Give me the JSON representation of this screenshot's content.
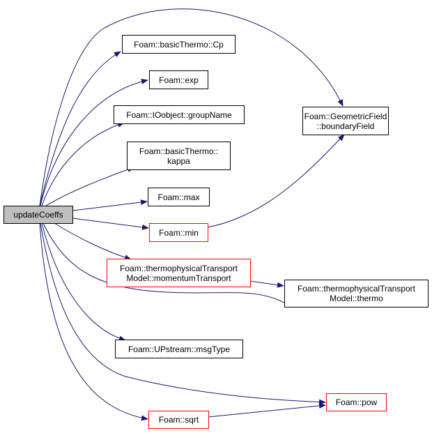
{
  "colors": {
    "edge": "#191970",
    "node_border": "#000000",
    "incomplete_border": "#ff0000",
    "root_fill": "#bfbfbf"
  },
  "nodes": {
    "root": "updateCoeffs",
    "cp": "Foam::basicThermo::Cp",
    "exp": "Foam::exp",
    "groupname": "Foam::IOobject::groupName",
    "kappa": "Foam::basicThermo::\nkappa",
    "max": "Foam::max",
    "min": "Foam::min",
    "momentum": "Foam::thermophysicalTransport\nModel::momentumTransport",
    "msgtype": "Foam::UPstream::msgType",
    "sqrt": "Foam::sqrt",
    "boundary": "Foam::GeometricField\n::boundaryField",
    "thermo": "Foam::thermophysicalTransport\nModel::thermo",
    "pow": "Foam::pow"
  }
}
